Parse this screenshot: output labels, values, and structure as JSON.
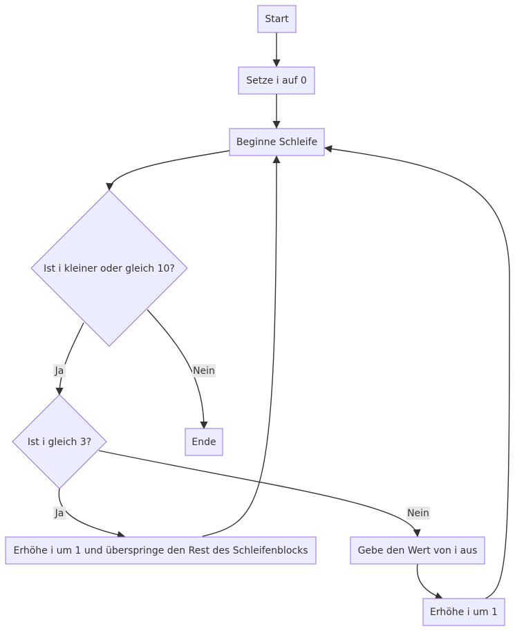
{
  "diagram": {
    "type": "flowchart",
    "nodes": {
      "start": "Start",
      "set_i": "Setze i auf 0",
      "loop": "Beginne Schleife",
      "cond_le10": "Ist i kleiner oder gleich 10?",
      "end": "Ende",
      "cond_eq3": "Ist i gleich 3?",
      "skip": "Erhöhe i um 1 und überspringe den Rest des Schleifenblocks",
      "print": "Gebe den Wert von i aus",
      "inc": "Erhöhe i um 1"
    },
    "edges": {
      "le10_yes": "Ja",
      "le10_no": "Nein",
      "eq3_yes": "Ja",
      "eq3_no": "Nein"
    },
    "colors": {
      "node_fill": "#ececff",
      "node_stroke": "#9370db",
      "edge": "#333333",
      "label_bg": "#e8e8e8",
      "text": "#333333"
    }
  }
}
